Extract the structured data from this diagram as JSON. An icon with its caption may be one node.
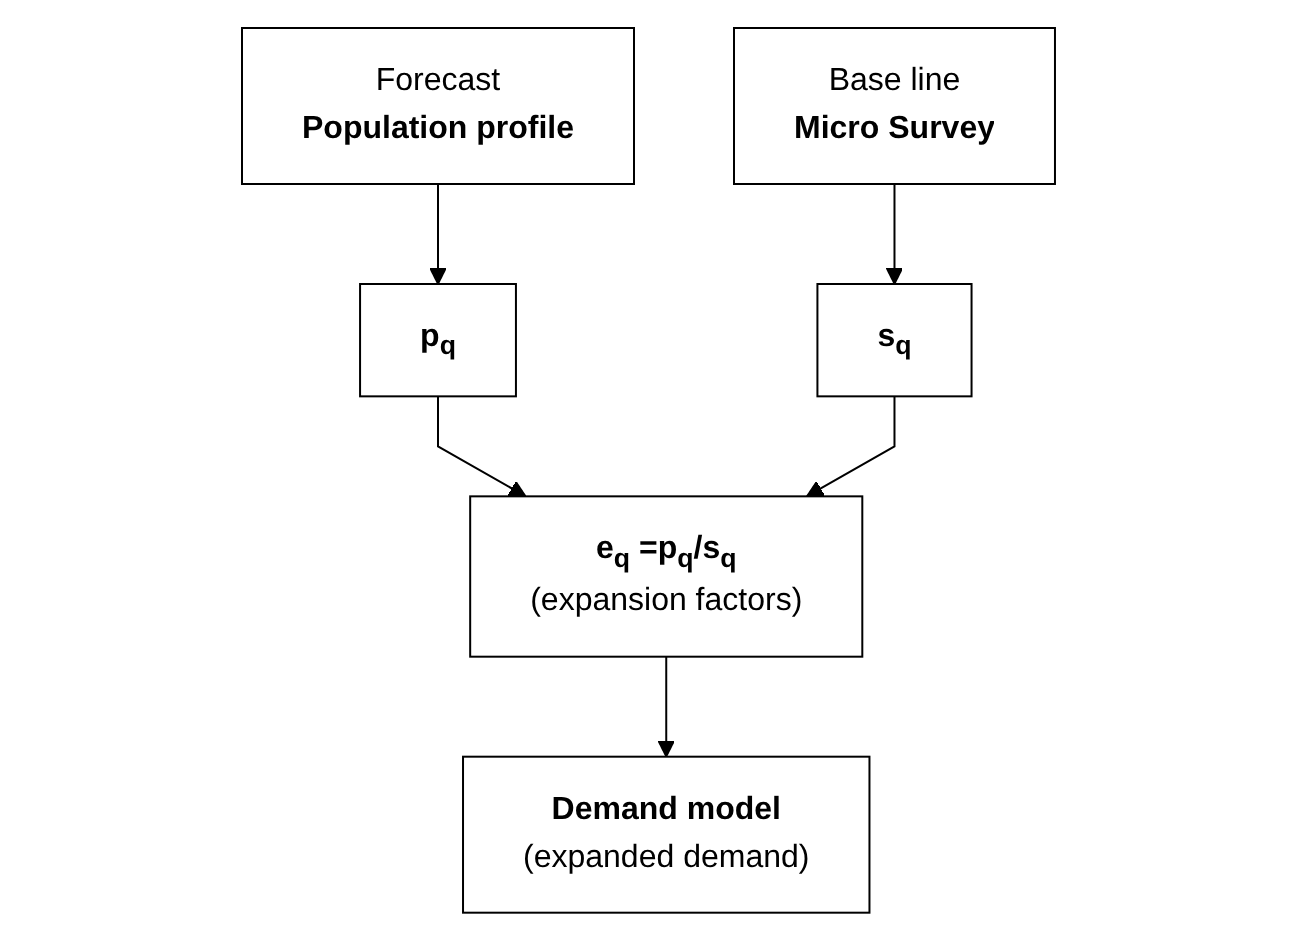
{
  "diagram": {
    "nodes": [
      {
        "text": [
          "Forecast",
          "Population profile"
        ]
      },
      {
        "text": [
          "Base line",
          "Micro Survey"
        ]
      },
      {
        "text": [
          "p$_{q}$"
        ]
      },
      {
        "text": [
          "s$_{q}$"
        ]
      },
      {
        "text": [
          "e$_{q}$ =p$_{q}$/s$_{q}$",
          "(expansion factors)"
        ]
      },
      {
        "text": [
          "Demand model",
          "(expanded demand)"
        ]
      }
    ],
    "edges": [
      {
        "from": 0,
        "to": 2,
        "arrow": "to"
      },
      {
        "from": 1,
        "to": 3,
        "arrow": "to"
      },
      {
        "from": 2,
        "to": 4,
        "arrow": "to"
      },
      {
        "from": 3,
        "to": 4,
        "arrow": "to"
      },
      {
        "from": 4,
        "to": 5,
        "arrow": "to"
      }
    ]
  }
}
